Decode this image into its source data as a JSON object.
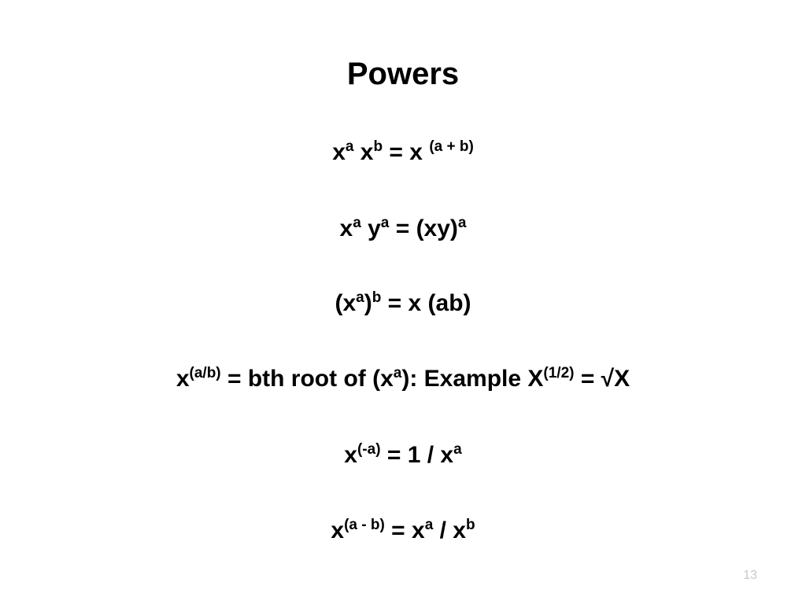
{
  "slide": {
    "title": "Powers",
    "page_number": "13",
    "equations": [
      {
        "parts": [
          "x",
          "a",
          " x",
          "b",
          " = x ",
          "(a + b)"
        ]
      },
      {
        "parts": [
          "x",
          "a",
          " y",
          "a",
          " = (xy)",
          "a"
        ]
      },
      {
        "parts": [
          "(x",
          "a",
          ")",
          "b",
          " = x (ab)"
        ]
      },
      {
        "parts": [
          "x",
          "(a/b)",
          " = bth root of (x",
          "a",
          "): Example X",
          "(1/2)",
          " = √X"
        ]
      },
      {
        "parts": [
          "x",
          "(-a)",
          " = 1 / x",
          "a"
        ]
      },
      {
        "parts": [
          "x",
          "(a - b)",
          " = x",
          "a",
          " / x",
          "b"
        ]
      }
    ]
  }
}
